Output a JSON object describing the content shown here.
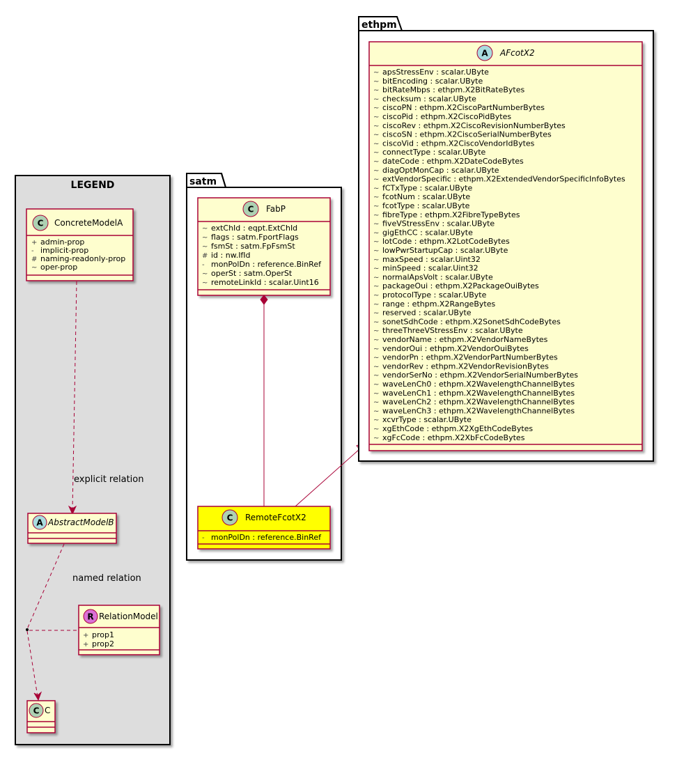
{
  "legend": {
    "title": "LEGEND",
    "concrete": {
      "name": "ConcreteModelA",
      "stereo": "C",
      "stereo_color": "#ADD1B2",
      "attrs": [
        {
          "vis": "+",
          "text": "admin-prop"
        },
        {
          "vis": "-",
          "text": "implicit-prop"
        },
        {
          "vis": "#",
          "text": "naming-readonly-prop"
        },
        {
          "vis": "~",
          "text": "oper-prop"
        }
      ]
    },
    "abstract": {
      "name": "AbstractModelB",
      "stereo": "A",
      "stereo_color": "#A9DCDF"
    },
    "relation": {
      "name": "RelationModel",
      "stereo": "R",
      "stereo_color": "#DA70D6",
      "attrs": [
        {
          "vis": "+",
          "text": "prop1"
        },
        {
          "vis": "+",
          "text": "prop2"
        }
      ]
    },
    "c": {
      "name": "C",
      "stereo": "C",
      "stereo_color": "#ADD1B2"
    },
    "explicit_label": "explicit relation",
    "named_label": "named relation"
  },
  "satm": {
    "name": "satm",
    "fabp": {
      "name": "FabP",
      "stereo": "C",
      "attrs": [
        {
          "vis": "~",
          "text": "extChId : eqpt.ExtChId"
        },
        {
          "vis": "~",
          "text": "flags : satm.FportFlags"
        },
        {
          "vis": "~",
          "text": "fsmSt : satm.FpFsmSt"
        },
        {
          "vis": "#",
          "text": "id : nw.IfId"
        },
        {
          "vis": "-",
          "text": "monPolDn : reference.BinRef"
        },
        {
          "vis": "~",
          "text": "operSt : satm.OperSt"
        },
        {
          "vis": "~",
          "text": "remoteLinkId : scalar.Uint16"
        }
      ]
    },
    "remote": {
      "name": "RemoteFcotX2",
      "stereo": "C",
      "highlight": "#FFFF00",
      "attrs": [
        {
          "vis": "-",
          "text": "monPolDn : reference.BinRef"
        }
      ]
    }
  },
  "ethpm": {
    "name": "ethpm",
    "afcot": {
      "name": "AFcotX2",
      "stereo": "A",
      "attrs": [
        {
          "vis": "~",
          "text": "apsStressEnv : scalar.UByte"
        },
        {
          "vis": "~",
          "text": "bitEncoding : scalar.UByte"
        },
        {
          "vis": "~",
          "text": "bitRateMbps : ethpm.X2BitRateBytes"
        },
        {
          "vis": "~",
          "text": "checksum : scalar.UByte"
        },
        {
          "vis": "~",
          "text": "ciscoPN : ethpm.X2CiscoPartNumberBytes"
        },
        {
          "vis": "~",
          "text": "ciscoPid : ethpm.X2CiscoPidBytes"
        },
        {
          "vis": "~",
          "text": "ciscoRev : ethpm.X2CiscoRevisionNumberBytes"
        },
        {
          "vis": "~",
          "text": "ciscoSN : ethpm.X2CiscoSerialNumberBytes"
        },
        {
          "vis": "~",
          "text": "ciscoVid : ethpm.X2CiscoVendorIdBytes"
        },
        {
          "vis": "~",
          "text": "connectType : scalar.UByte"
        },
        {
          "vis": "~",
          "text": "dateCode : ethpm.X2DateCodeBytes"
        },
        {
          "vis": "~",
          "text": "diagOptMonCap : scalar.UByte"
        },
        {
          "vis": "~",
          "text": "extVendorSpecific : ethpm.X2ExtendedVendorSpecificInfoBytes"
        },
        {
          "vis": "~",
          "text": "fCTxType : scalar.UByte"
        },
        {
          "vis": "~",
          "text": "fcotNum : scalar.UByte"
        },
        {
          "vis": "~",
          "text": "fcotType : scalar.UByte"
        },
        {
          "vis": "~",
          "text": "fibreType : ethpm.X2FibreTypeBytes"
        },
        {
          "vis": "~",
          "text": "fiveVStressEnv : scalar.UByte"
        },
        {
          "vis": "~",
          "text": "gigEthCC : scalar.UByte"
        },
        {
          "vis": "~",
          "text": "lotCode : ethpm.X2LotCodeBytes"
        },
        {
          "vis": "~",
          "text": "lowPwrStartupCap : scalar.UByte"
        },
        {
          "vis": "~",
          "text": "maxSpeed : scalar.Uint32"
        },
        {
          "vis": "~",
          "text": "minSpeed : scalar.Uint32"
        },
        {
          "vis": "~",
          "text": "normalApsVolt : scalar.UByte"
        },
        {
          "vis": "~",
          "text": "packageOui : ethpm.X2PackageOuiBytes"
        },
        {
          "vis": "~",
          "text": "protocolType : scalar.UByte"
        },
        {
          "vis": "~",
          "text": "range : ethpm.X2RangeBytes"
        },
        {
          "vis": "~",
          "text": "reserved : scalar.UByte"
        },
        {
          "vis": "~",
          "text": "sonetSdhCode : ethpm.X2SonetSdhCodeBytes"
        },
        {
          "vis": "~",
          "text": "threeThreeVStressEnv : scalar.UByte"
        },
        {
          "vis": "~",
          "text": "vendorName : ethpm.X2VendorNameBytes"
        },
        {
          "vis": "~",
          "text": "vendorOui : ethpm.X2VendorOuiBytes"
        },
        {
          "vis": "~",
          "text": "vendorPn : ethpm.X2VendorPartNumberBytes"
        },
        {
          "vis": "~",
          "text": "vendorRev : ethpm.X2VendorRevisionBytes"
        },
        {
          "vis": "~",
          "text": "vendorSerNo : ethpm.X2VendorSerialNumberBytes"
        },
        {
          "vis": "~",
          "text": "waveLenCh0 : ethpm.X2WavelengthChannelBytes"
        },
        {
          "vis": "~",
          "text": "waveLenCh1 : ethpm.X2WavelengthChannelBytes"
        },
        {
          "vis": "~",
          "text": "waveLenCh2 : ethpm.X2WavelengthChannelBytes"
        },
        {
          "vis": "~",
          "text": "waveLenCh3 : ethpm.X2WavelengthChannelBytes"
        },
        {
          "vis": "~",
          "text": "xcvrType : scalar.UByte"
        },
        {
          "vis": "~",
          "text": "xgEthCode : ethpm.X2XgEthCodeBytes"
        },
        {
          "vis": "~",
          "text": "xgFcCode : ethpm.X2XbFcCodeBytes"
        }
      ]
    }
  },
  "colors": {
    "class_fill": "#FEFECE",
    "class_border": "#A80036",
    "legend_fill": "#DDDDDD",
    "relation_line": "#A80036"
  }
}
